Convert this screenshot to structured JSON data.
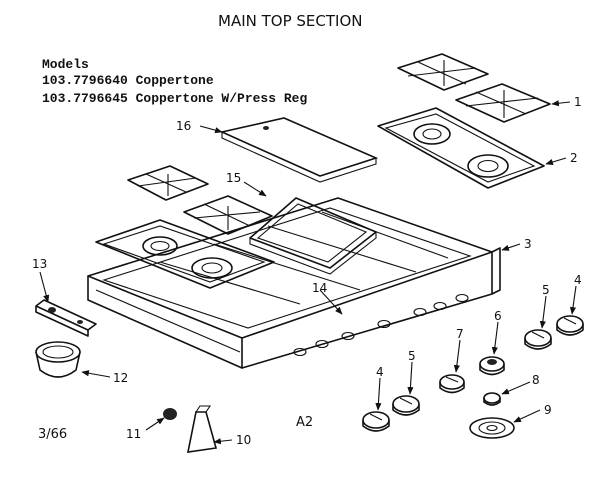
{
  "header": {
    "title": "MAIN TOP SECTION"
  },
  "models": {
    "heading": "Models",
    "lines": [
      "103.7796640 Coppertone",
      "103.7796645 Coppertone W/Press Reg"
    ]
  },
  "callouts": {
    "c1": "1",
    "c2": "2",
    "c3": "3",
    "c4a": "4",
    "c4b": "4",
    "c5a": "5",
    "c5b": "5",
    "c6": "6",
    "c7": "7",
    "c8": "8",
    "c9": "9",
    "c10": "10",
    "c11": "11",
    "c12": "12",
    "c13": "13",
    "c14": "14",
    "c15": "15",
    "c16": "16"
  },
  "footer": {
    "date": "3/66",
    "page": "A2"
  }
}
